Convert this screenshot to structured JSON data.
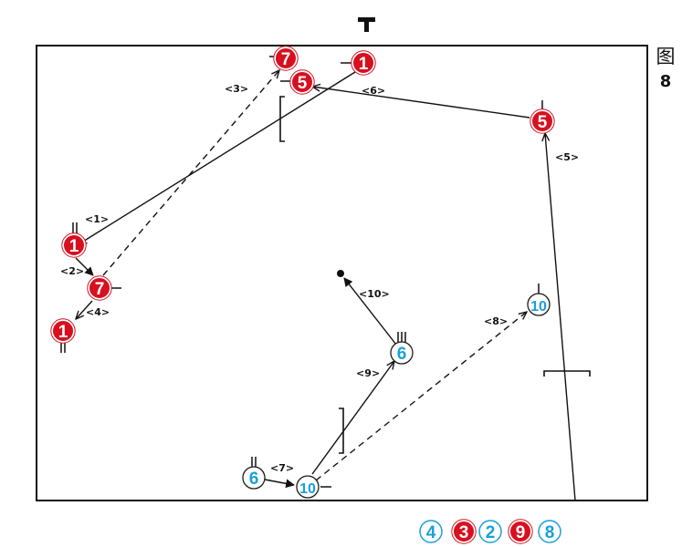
{
  "page_label": {
    "char": "图",
    "number": "8"
  },
  "colors": {
    "red_team": "#d7101f",
    "blue_team": "#1aa0d8",
    "line": "#111111"
  },
  "players": [
    {
      "id": "p1-top",
      "team": "red",
      "number": "1"
    },
    {
      "id": "p7-top",
      "team": "red",
      "number": "7"
    },
    {
      "id": "p5-top",
      "team": "red",
      "number": "5"
    },
    {
      "id": "p5-right",
      "team": "red",
      "number": "5"
    },
    {
      "id": "p1-left",
      "team": "red",
      "number": "1"
    },
    {
      "id": "p7-left",
      "team": "red",
      "number": "7"
    },
    {
      "id": "p1-bottom",
      "team": "red",
      "number": "1"
    },
    {
      "id": "p10-right",
      "team": "blue",
      "number": "10"
    },
    {
      "id": "p6-mid",
      "team": "blue",
      "number": "6"
    },
    {
      "id": "p6-bottom",
      "team": "blue",
      "number": "6"
    },
    {
      "id": "p10-bottom",
      "team": "blue",
      "number": "10"
    }
  ],
  "steps": [
    "<1>",
    "<2>",
    "<3>",
    "<4>",
    "<5>",
    "<6>",
    "<7>",
    "<8>",
    "<9>",
    "<10>"
  ],
  "substitutes": [
    {
      "team": "blue",
      "number": "4"
    },
    {
      "team": "red",
      "number": "3"
    },
    {
      "team": "blue",
      "number": "2"
    },
    {
      "team": "red",
      "number": "9"
    },
    {
      "team": "blue",
      "number": "8"
    }
  ]
}
